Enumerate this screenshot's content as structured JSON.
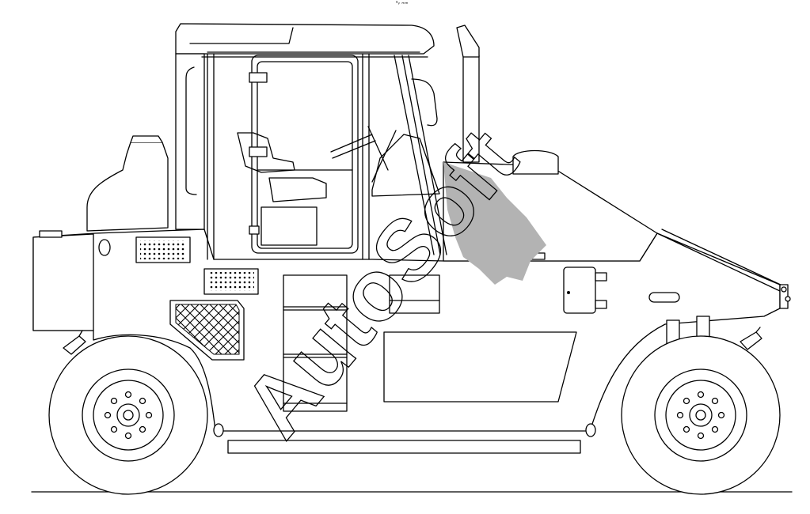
{
  "watermark": {
    "text": "AutoSoft",
    "logo": "autosoft-logo",
    "color": "#000000",
    "accent": "#b3b3b3"
  },
  "corner_mark": "ᵃᵥ ₘₘ",
  "subject": "pneumatic-tire-roller-side-view"
}
